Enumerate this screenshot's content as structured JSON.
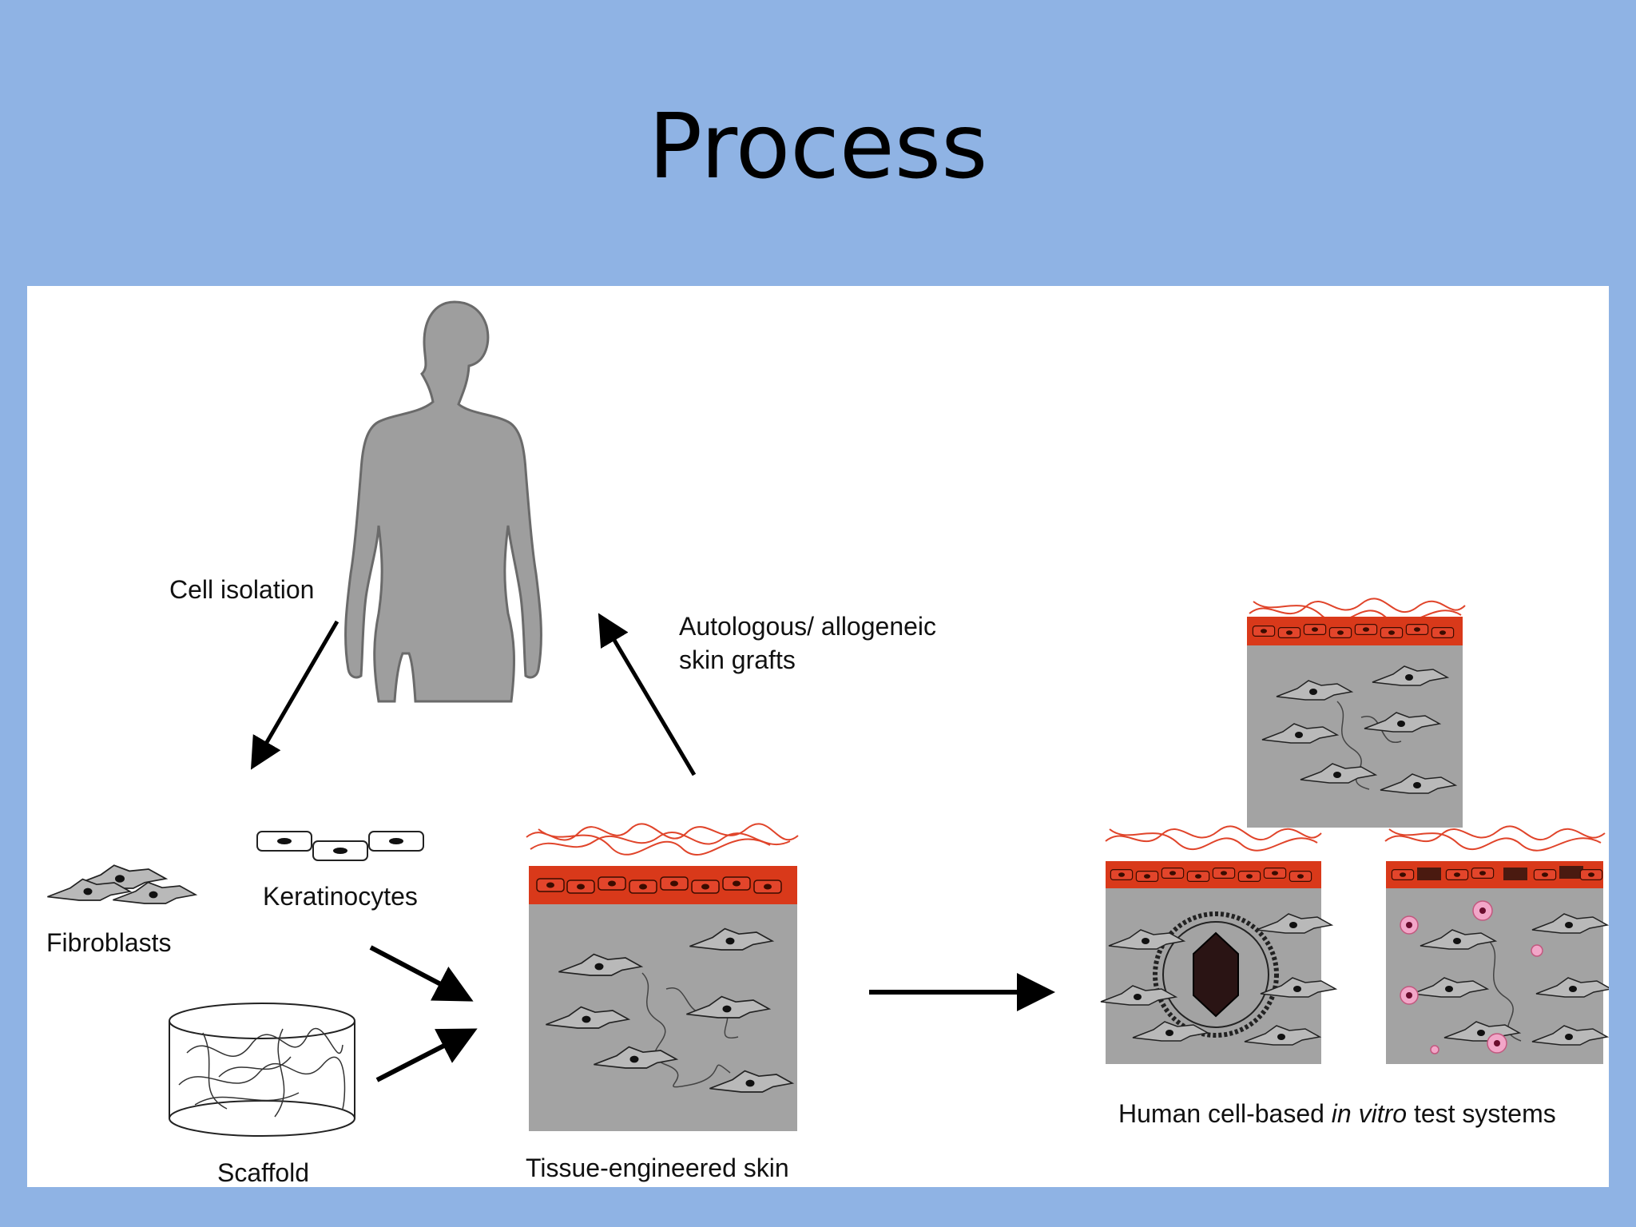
{
  "slide": {
    "title": "Process"
  },
  "diagram": {
    "labels": {
      "cell_isolation": "Cell isolation",
      "grafts_line1": "Autologous/ allogeneic",
      "grafts_line2": "skin grafts",
      "fibroblasts": "Fibroblasts",
      "keratinocytes": "Keratinocytes",
      "scaffold": "Scaffold",
      "tissue_skin": "Tissue-engineered skin",
      "test_systems_pre": "Human cell-based ",
      "test_systems_italic": "in vitro",
      "test_systems_post": " test systems"
    },
    "colors": {
      "background": "#8fb3e4",
      "panel": "#ffffff",
      "silhouette": "#9e9e9e",
      "dermis": "#a3a3a3",
      "epidermis": "#d9391a",
      "fibers": "#e0442a",
      "melanocyte": "#f2a6c8",
      "cell_outline": "#222222"
    },
    "icons": [
      "human-silhouette-icon",
      "fibroblast-cells-icon",
      "keratinocyte-cells-icon",
      "scaffold-cylinder-icon",
      "skin-model-icon",
      "tumor-skin-model-icon",
      "melanoma-skin-model-icon",
      "arrow-icon"
    ]
  }
}
